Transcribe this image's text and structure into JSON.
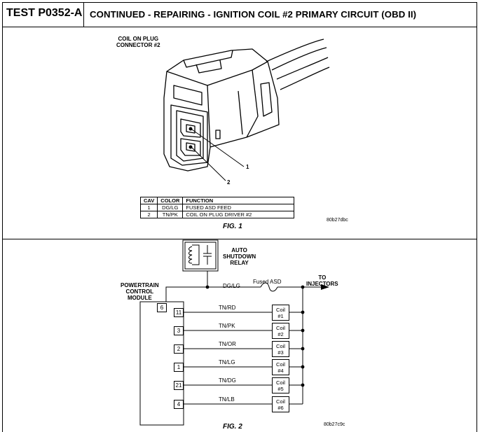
{
  "header": {
    "test_id": "TEST P0352-A",
    "title": "CONTINUED - REPAIRING - IGNITION COIL #2 PRIMARY CIRCUIT (OBD II)"
  },
  "figure1": {
    "connector_label_line1": "COIL ON PLUG",
    "connector_label_line2": "CONNECTOR #2",
    "callouts": [
      "1",
      "2"
    ],
    "table": {
      "headers": [
        "CAV",
        "COLOR",
        "FUNCTION"
      ],
      "rows": [
        {
          "cav": "1",
          "color": "DG/LG",
          "function": "FUSED ASD FEED"
        },
        {
          "cav": "2",
          "color": "TN/PK",
          "function": "COIL ON PLUG DRIVER #2"
        }
      ]
    },
    "caption": "FIG. 1",
    "code": "80b27dbc"
  },
  "figure2": {
    "relay_label": [
      "AUTO",
      "SHUTDOWN",
      "RELAY"
    ],
    "module_label": [
      "POWERTRAIN",
      "CONTROL",
      "MODULE"
    ],
    "feed_wire": "DG/LG",
    "fuse_label": "Fused ASD",
    "to_label": [
      "TO",
      "INJECTORS"
    ],
    "feed_pin": "6",
    "circuits": [
      {
        "pin": "11",
        "wire": "TN/RD",
        "coil": [
          "Coil",
          "#1"
        ]
      },
      {
        "pin": "3",
        "wire": "TN/PK",
        "coil": [
          "Coil",
          "#2"
        ]
      },
      {
        "pin": "2",
        "wire": "TN/OR",
        "coil": [
          "Coil",
          "#3"
        ]
      },
      {
        "pin": "1",
        "wire": "TN/LG",
        "coil": [
          "Coil",
          "#4"
        ]
      },
      {
        "pin": "21",
        "wire": "TN/DG",
        "coil": [
          "Coil",
          "#5"
        ]
      },
      {
        "pin": "4",
        "wire": "TN/LB",
        "coil": [
          "Coil",
          "#6"
        ]
      }
    ],
    "caption": "FIG. 2",
    "code": "80b27c9c"
  }
}
